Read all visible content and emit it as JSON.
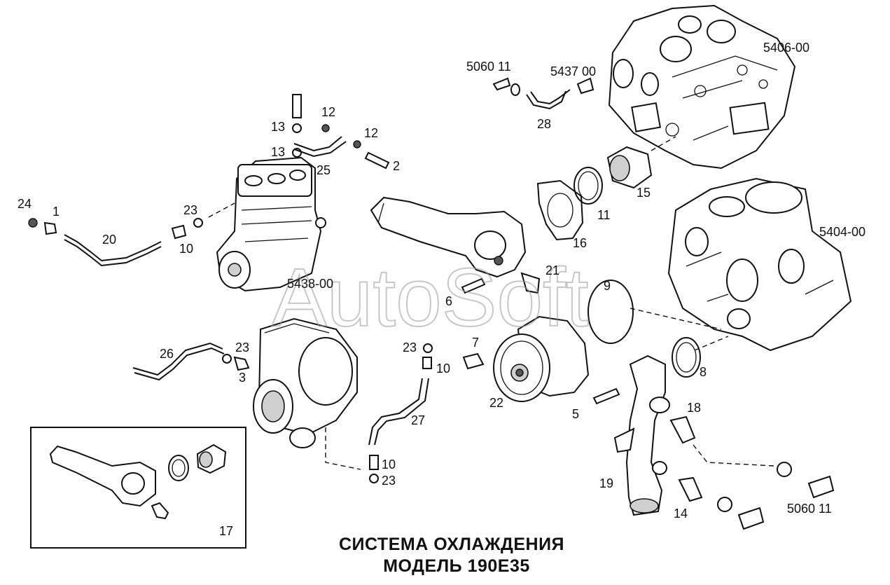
{
  "title_line1": "СИСТЕМА ОХЛАЖДЕНИЯ",
  "title_line2": "МОДЕЛЬ 190Е35",
  "watermark": "AutoSoft",
  "group_labels": {
    "g5406": "5406-00",
    "g5404": "5404-00",
    "g5438": "5438-00",
    "g5060_top": "5060 11",
    "g5437": "5437 00",
    "g5060_bottom": "5060 11"
  },
  "part_numbers": {
    "p1": "1",
    "p2": "2",
    "p3": "3",
    "p5": "5",
    "p6": "6",
    "p7": "7",
    "p8": "8",
    "p9": "9",
    "p10a": "10",
    "p10b": "10",
    "p10c": "10",
    "p11": "11",
    "p12a": "12",
    "p12b": "12",
    "p13a": "13",
    "p13b": "13",
    "p14": "14",
    "p15": "15",
    "p16": "16",
    "p17": "17",
    "p18": "18",
    "p19": "19",
    "p20": "20",
    "p21": "21",
    "p22": "22",
    "p23a": "23",
    "p23b": "23",
    "p23c": "23",
    "p23d": "23",
    "p24": "24",
    "p25": "25",
    "p26": "26",
    "p27": "27",
    "p28": "28"
  }
}
